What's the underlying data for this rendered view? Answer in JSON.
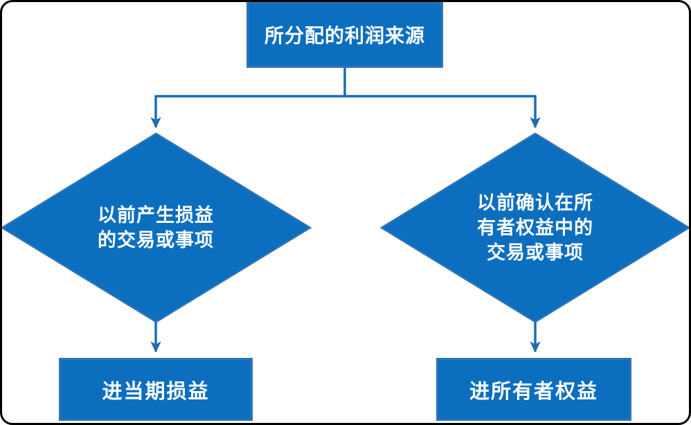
{
  "diagram": {
    "type": "flowchart",
    "nodes": {
      "source": {
        "label": "所分配的利润来源"
      },
      "decision_pl": {
        "label": "以前产生损益的交易或事项",
        "line1": "以前产生损益",
        "line2": "的交易或事项"
      },
      "decision_equity": {
        "label": "以前确认在所有者权益中的交易或事项",
        "line1": "以前确认在所",
        "line2": "有者权益中的",
        "line3": "交易或事项"
      },
      "result_pl": {
        "label": "进当期损益"
      },
      "result_equity": {
        "label": "进所有者权益"
      }
    },
    "edges": [
      {
        "from": "source",
        "to": "decision_pl"
      },
      {
        "from": "source",
        "to": "decision_equity"
      },
      {
        "from": "decision_pl",
        "to": "result_pl"
      },
      {
        "from": "decision_equity",
        "to": "result_equity"
      }
    ],
    "colors": {
      "shape_fill": "#0C6EBE",
      "shape_border": "#2E74B5",
      "connector": "#1B6CB5",
      "text": "#FFFFFF",
      "frame_border": "#000000",
      "background": "#FFFFFF"
    }
  }
}
